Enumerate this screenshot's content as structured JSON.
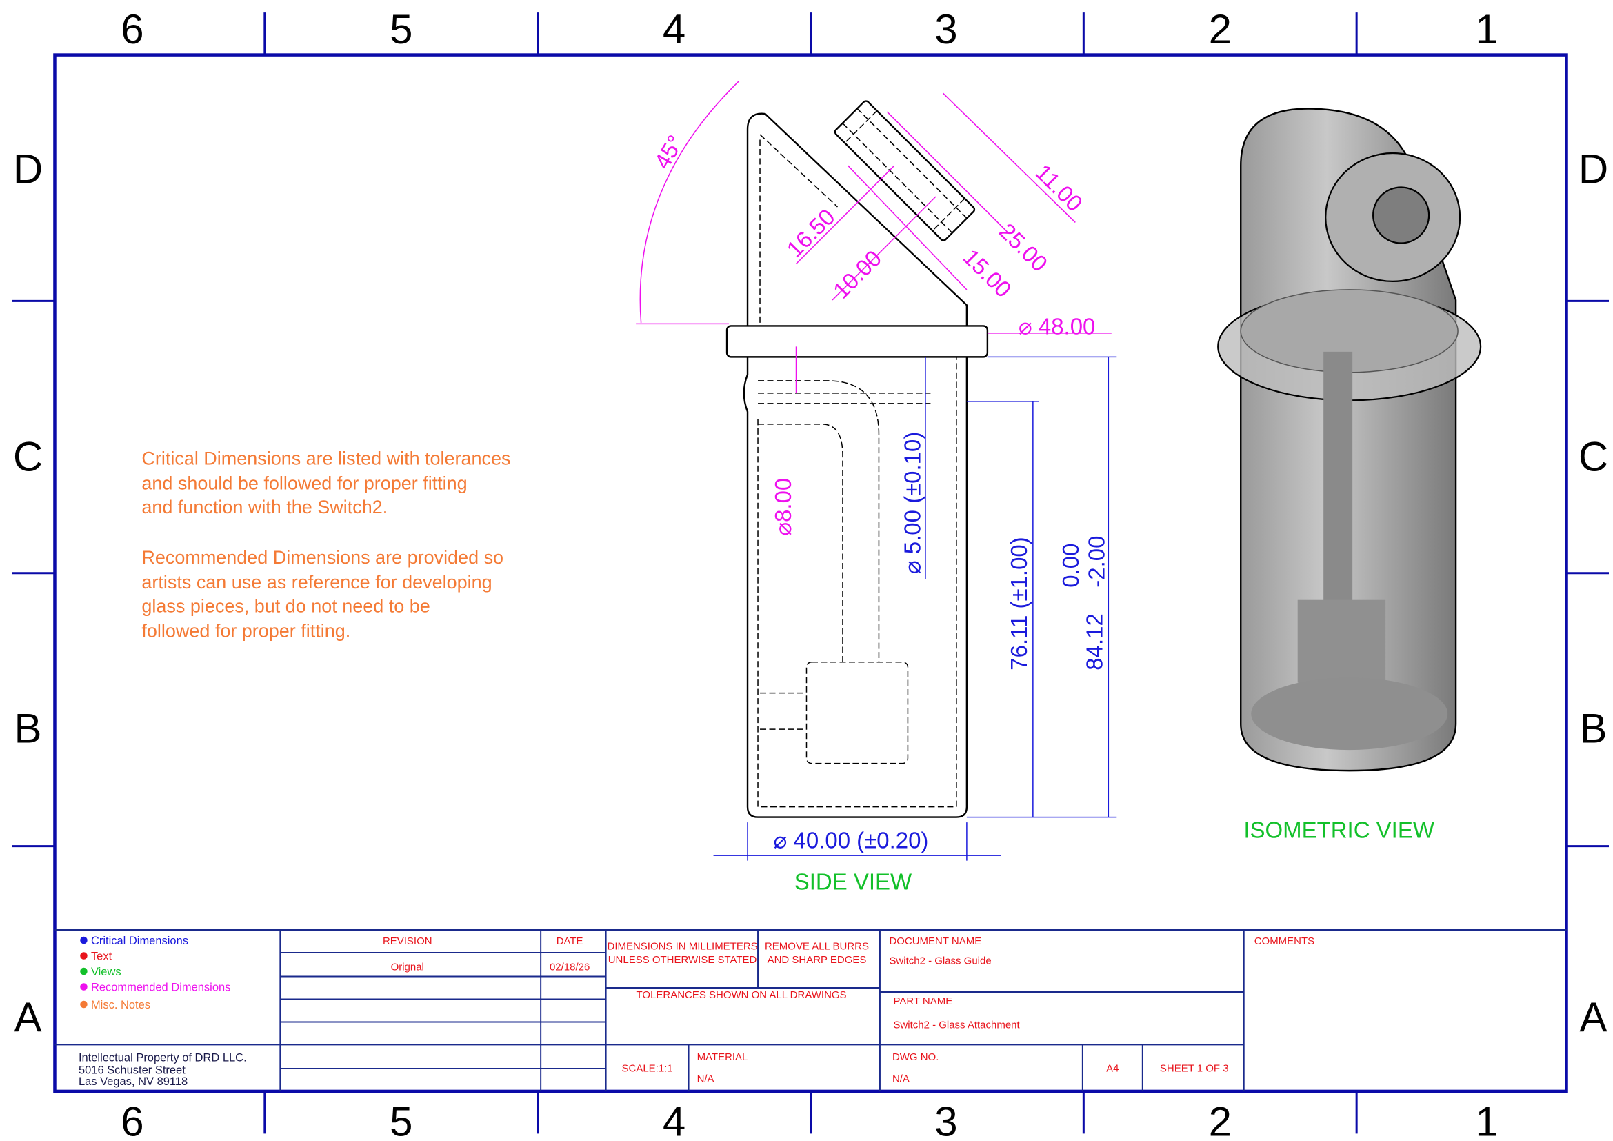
{
  "zones": {
    "columns": [
      "6",
      "5",
      "4",
      "3",
      "2",
      "1"
    ],
    "rows": [
      "D",
      "C",
      "B",
      "A"
    ]
  },
  "notes": {
    "critical": [
      "Critical Dimensions are listed with tolerances",
      "and should be followed for proper fitting",
      "and function with the Switch2."
    ],
    "recommended": [
      "Recommended Dimensions are provided so",
      "artists can use as reference for developing",
      "glass pieces, but do not need to be",
      "followed for proper fitting."
    ]
  },
  "side_view": {
    "label": "SIDE VIEW",
    "dims_recommended": {
      "angle": "45°",
      "d1": "16.50",
      "d2": "10.00",
      "d3": "15.00",
      "d4": "25.00",
      "d5": "11.00",
      "flange": "⌀ 48.00",
      "port": "⌀8.00"
    },
    "dims_critical": {
      "inner": "⌀ 5.00 (±0.10)",
      "height1": "76.11 (±1.00)",
      "height2": "84.12",
      "height2_tol_upper": "0.00",
      "height2_tol_lower": "-2.00",
      "base": "⌀ 40.00 (±0.20)"
    }
  },
  "iso_view": {
    "label": "ISOMETRIC VIEW"
  },
  "legend": [
    {
      "label": "Critical Dimensions",
      "color": "#1a1adc"
    },
    {
      "label": "Text",
      "color": "#e8141c"
    },
    {
      "label": "Views",
      "color": "#13c02a"
    },
    {
      "label": "Recommended Dimensions",
      "color": "#ee10ee"
    },
    {
      "label": "Misc. Notes",
      "color": "#f47a35"
    }
  ],
  "owner": [
    "Intellectual Property of DRD LLC.",
    "5016 Schuster Street",
    "Las Vegas, NV 89118"
  ],
  "title_block": {
    "revision_header": "REVISION",
    "date_header": "DATE",
    "revision": "Orignal",
    "date": "02/18/26",
    "units_note": [
      "DIMENSIONS IN MILLIMETERS",
      "UNLESS OTHERWISE STATED"
    ],
    "burrs_note": [
      "REMOVE ALL BURRS",
      "AND SHARP EDGES"
    ],
    "tolerance_note": "TOLERANCES SHOWN ON ALL DRAWINGS",
    "scale": "SCALE:1:1",
    "material_label": "MATERIAL",
    "material": "N/A",
    "document_name_label": "DOCUMENT NAME",
    "document_name": "Switch2 - Glass Guide",
    "part_name_label": "PART NAME",
    "part_name": "Switch2 - Glass Attachment",
    "dwg_no_label": "DWG NO.",
    "dwg_no": "N/A",
    "size": "A4",
    "sheet": "SHEET 1 OF 3",
    "comments_label": "COMMENTS"
  }
}
